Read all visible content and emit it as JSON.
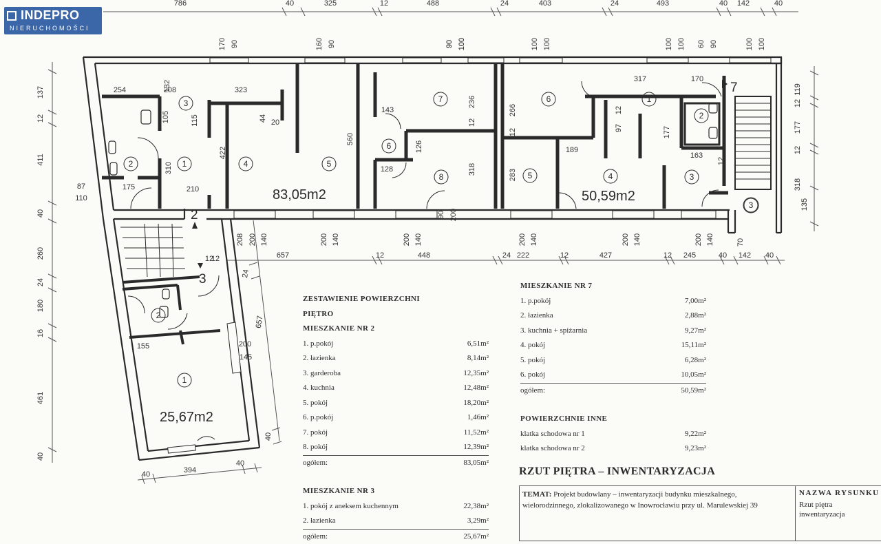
{
  "logo": {
    "brand": "INDEPRO",
    "sub": "NIERUCHOMOŚCI"
  },
  "dims_top": [
    {
      "id": "t1",
      "text": "786"
    },
    {
      "id": "t2",
      "text": "40"
    },
    {
      "id": "t3",
      "text": "325"
    },
    {
      "id": "t4",
      "text": "12"
    },
    {
      "id": "t5",
      "text": "488"
    },
    {
      "id": "t6",
      "text": "24"
    },
    {
      "id": "t7",
      "text": "403"
    },
    {
      "id": "t8",
      "text": "24"
    },
    {
      "id": "t9",
      "text": "493"
    },
    {
      "id": "t10",
      "text": "40"
    },
    {
      "id": "t11",
      "text": "142"
    },
    {
      "id": "t12",
      "text": "40"
    }
  ],
  "dims_window_top": [
    {
      "id": "w1a",
      "text": "170"
    },
    {
      "id": "w1b",
      "text": "90"
    },
    {
      "id": "w2a",
      "text": "160"
    },
    {
      "id": "w2b",
      "text": "90"
    },
    {
      "id": "w3a",
      "text": "90"
    },
    {
      "id": "w3b",
      "text": "100"
    },
    {
      "id": "w4a",
      "text": "90"
    },
    {
      "id": "w4b",
      "text": "100"
    },
    {
      "id": "w5a",
      "text": "100"
    },
    {
      "id": "w5b",
      "text": "100"
    },
    {
      "id": "w6a",
      "text": "100"
    },
    {
      "id": "w6b",
      "text": "100"
    },
    {
      "id": "w7a",
      "text": "60"
    },
    {
      "id": "w7b",
      "text": "90"
    },
    {
      "id": "w8a",
      "text": "100"
    },
    {
      "id": "w8b",
      "text": "100"
    }
  ],
  "dims_left": [
    {
      "id": "l1",
      "text": "137"
    },
    {
      "id": "l2",
      "text": "12"
    },
    {
      "id": "l3",
      "text": "411"
    },
    {
      "id": "l4",
      "text": "87"
    },
    {
      "id": "l5",
      "text": "110"
    },
    {
      "id": "l6",
      "text": "40"
    },
    {
      "id": "l7",
      "text": "260"
    },
    {
      "id": "l8",
      "text": "24"
    },
    {
      "id": "l9",
      "text": "180"
    },
    {
      "id": "l10",
      "text": "16"
    },
    {
      "id": "l11",
      "text": "461"
    },
    {
      "id": "l12",
      "text": "40"
    }
  ],
  "dims_right": [
    {
      "id": "r1",
      "text": "119"
    },
    {
      "id": "r2",
      "text": "12"
    },
    {
      "id": "r3",
      "text": "177"
    },
    {
      "id": "r4",
      "text": "12"
    },
    {
      "id": "r5",
      "text": "318"
    },
    {
      "id": "r6",
      "text": "135"
    }
  ],
  "dims_inner": [
    {
      "id": "i1",
      "text": "254"
    },
    {
      "id": "i2",
      "text": "132"
    },
    {
      "id": "i3",
      "text": "208"
    },
    {
      "id": "i4",
      "text": "323"
    },
    {
      "id": "i5",
      "text": "105"
    },
    {
      "id": "i6",
      "text": "115"
    },
    {
      "id": "i7",
      "text": "44"
    },
    {
      "id": "i8",
      "text": "20"
    },
    {
      "id": "i9",
      "text": "422"
    },
    {
      "id": "i10",
      "text": "310"
    },
    {
      "id": "i11",
      "text": "560"
    },
    {
      "id": "i12",
      "text": "175"
    },
    {
      "id": "i13",
      "text": "210"
    },
    {
      "id": "i14",
      "text": "143"
    },
    {
      "id": "i15",
      "text": "126"
    },
    {
      "id": "i16",
      "text": "128"
    },
    {
      "id": "i17",
      "text": "236"
    },
    {
      "id": "i18",
      "text": "12"
    },
    {
      "id": "i19",
      "text": "318"
    },
    {
      "id": "i20",
      "text": "266"
    },
    {
      "id": "i21",
      "text": "12"
    },
    {
      "id": "i22",
      "text": "283"
    },
    {
      "id": "i23",
      "text": "189"
    },
    {
      "id": "i24",
      "text": "317"
    },
    {
      "id": "i25",
      "text": "12"
    },
    {
      "id": "i26",
      "text": "97"
    },
    {
      "id": "i27",
      "text": "177"
    },
    {
      "id": "i28",
      "text": "163"
    },
    {
      "id": "i29",
      "text": "12"
    },
    {
      "id": "i30",
      "text": "155"
    },
    {
      "id": "i31",
      "text": "657"
    },
    {
      "id": "i32",
      "text": "200"
    },
    {
      "id": "i33",
      "text": "145"
    },
    {
      "id": "i34",
      "text": "90"
    },
    {
      "id": "i35",
      "text": "200"
    },
    {
      "id": "i36",
      "text": "170"
    },
    {
      "id": "i37",
      "text": "12"
    }
  ],
  "dims_bottom_windows": [
    {
      "id": "b1a",
      "text": "208"
    },
    {
      "id": "b1b",
      "text": "200"
    },
    {
      "id": "b1c",
      "text": "140"
    },
    {
      "id": "b2a",
      "text": "200"
    },
    {
      "id": "b2b",
      "text": "140"
    },
    {
      "id": "b3a",
      "text": "200"
    },
    {
      "id": "b3b",
      "text": "140"
    },
    {
      "id": "b4a",
      "text": "200"
    },
    {
      "id": "b4b",
      "text": "140"
    },
    {
      "id": "b5a",
      "text": "200"
    },
    {
      "id": "b5b",
      "text": "140"
    },
    {
      "id": "b6a",
      "text": "200"
    },
    {
      "id": "b6b",
      "text": "140"
    },
    {
      "id": "b7a",
      "text": "70"
    }
  ],
  "dims_bottom": [
    {
      "id": "d1",
      "text": "657"
    },
    {
      "id": "d2",
      "text": "12"
    },
    {
      "id": "d3",
      "text": "448"
    },
    {
      "id": "d4",
      "text": "24"
    },
    {
      "id": "d5",
      "text": "222"
    },
    {
      "id": "d6",
      "text": "12"
    },
    {
      "id": "d7",
      "text": "427"
    },
    {
      "id": "d8",
      "text": "12"
    },
    {
      "id": "d9",
      "text": "245"
    },
    {
      "id": "d10",
      "text": "40"
    },
    {
      "id": "d11",
      "text": "142"
    },
    {
      "id": "d12",
      "text": "40"
    }
  ],
  "dims_wing": [
    {
      "id": "g1",
      "text": "40"
    },
    {
      "id": "g2",
      "text": "394"
    },
    {
      "id": "g3",
      "text": "40"
    },
    {
      "id": "g4",
      "text": "40"
    },
    {
      "id": "g5",
      "text": "24"
    },
    {
      "id": "g6",
      "text": "12"
    }
  ],
  "rooms": [
    {
      "id": "a2r3",
      "n": "3"
    },
    {
      "id": "a2r2",
      "n": "2"
    },
    {
      "id": "a2r1",
      "n": "1"
    },
    {
      "id": "a2r4",
      "n": "4"
    },
    {
      "id": "a2r5",
      "n": "5"
    },
    {
      "id": "a2r6",
      "n": "6"
    },
    {
      "id": "a2r7",
      "n": "7"
    },
    {
      "id": "a2r8",
      "n": "8"
    },
    {
      "id": "a7r6",
      "n": "6"
    },
    {
      "id": "a7r1",
      "n": "1"
    },
    {
      "id": "a7r2",
      "n": "2"
    },
    {
      "id": "a7r5",
      "n": "5"
    },
    {
      "id": "a7r4",
      "n": "4"
    },
    {
      "id": "a7r3",
      "n": "3"
    },
    {
      "id": "st3",
      "n": "3"
    },
    {
      "id": "a3r2",
      "n": "2"
    },
    {
      "id": "a3r1",
      "n": "1"
    }
  ],
  "areas": {
    "apt2": "83,05m2",
    "apt7": "50,59m2",
    "apt3": "25,67m2"
  },
  "unit_marks": {
    "u2": "2",
    "u3": "3",
    "u7": "7"
  },
  "summary_apt2": {
    "heading1": "ZESTAWIENIE POWIERZCHNI",
    "heading2": "PIĘTRO",
    "heading3": "MIESZKANIE NR 2",
    "rows": [
      {
        "label": "1. p.pokój",
        "value": "6,51m²"
      },
      {
        "label": "2. łazienka",
        "value": "8,14m²"
      },
      {
        "label": "3. garderoba",
        "value": "12,35m²"
      },
      {
        "label": "4. kuchnia",
        "value": "12,48m²"
      },
      {
        "label": "5. pokój",
        "value": "18,20m²"
      },
      {
        "label": "6. p.pokój",
        "value": "1,46m²"
      },
      {
        "label": "7. pokój",
        "value": "11,52m²"
      },
      {
        "label": "8. pokój",
        "value": "12,39m²"
      }
    ],
    "total_label": "ogółem:",
    "total_value": "83,05m²"
  },
  "summary_apt3": {
    "heading": "MIESZKANIE NR 3",
    "rows": [
      {
        "label": "1. pokój z aneksem kuchennym",
        "value": "22,38m²"
      },
      {
        "label": "2. łazienka",
        "value": "3,29m²"
      }
    ],
    "total_label": "ogółem:",
    "total_value": "25,67m²"
  },
  "summary_apt7": {
    "heading": "MIESZKANIE NR 7",
    "rows": [
      {
        "label": "1. p.pokój",
        "value": "7,00m²"
      },
      {
        "label": "2. łazienka",
        "value": "2,88m²"
      },
      {
        "label": "3. kuchnia + spiżarnia",
        "value": "9,27m²"
      },
      {
        "label": "4. pokój",
        "value": "15,11m²"
      },
      {
        "label": "5. pokój",
        "value": "6,28m²"
      },
      {
        "label": "6. pokój",
        "value": "10,05m²"
      }
    ],
    "total_label": "ogółem:",
    "total_value": "50,59m²"
  },
  "summary_other": {
    "heading": "POWIERZCHNIE INNE",
    "rows": [
      {
        "label": "klatka schodowa nr 1",
        "value": "9,22m²"
      },
      {
        "label": "klatka schodowa nr 2",
        "value": "9,23m²"
      }
    ]
  },
  "drawing_title": "RZUT PIĘTRA – INWENTARYZACJA",
  "title_block": {
    "theme_label": "TEMAT:",
    "theme_text": "Projekt budowlany – inwentaryzacji budynku mieszkalnego, wielorodzinnego, zlokalizowanego w Inowrocławiu przy ul. Marulewskiej 39",
    "name_label": "NAZWA RYSUNKU",
    "name_value": "Rzut piętra inwentaryzacja"
  },
  "colors": {
    "ink": "#2a2a2a",
    "paper": "#fbfbf8",
    "logo": "#3b66a8"
  }
}
